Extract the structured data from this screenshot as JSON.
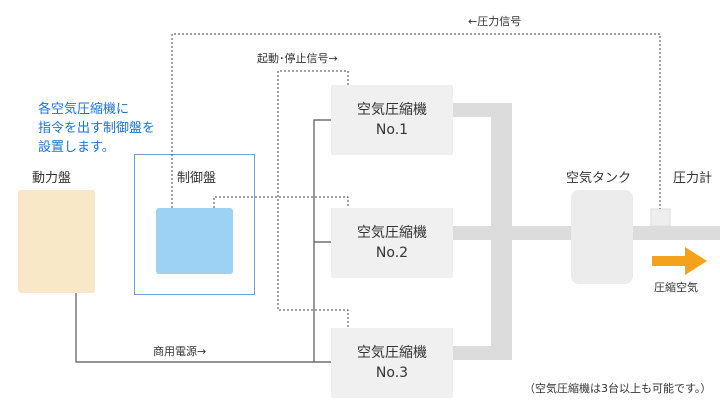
{
  "colors": {
    "blue_note": "#1a73d9",
    "power_panel": "#f8e8c8",
    "controller": "#9ed2f5",
    "control_box_border": "#6aa6da",
    "pipe": "#dcdcdc",
    "compressor": "#f0f0f0",
    "tank": "#ececec",
    "arrow": "#f4a21b",
    "line": "#555555"
  },
  "note": {
    "lines": [
      "各空気圧縮機に",
      "指令を出す制御盤を",
      "設置します。"
    ]
  },
  "power_panel": {
    "label": "動力盤"
  },
  "control_panel": {
    "label": "制御盤"
  },
  "compressors": [
    {
      "name": "空気圧縮機",
      "number": "No.1"
    },
    {
      "name": "空気圧縮機",
      "number": "No.2"
    },
    {
      "name": "空気圧縮機",
      "number": "No.3"
    }
  ],
  "tank": {
    "label": "空気タンク"
  },
  "pressure_gauge": {
    "label": "圧力計"
  },
  "signals": {
    "pressure": "←圧力信号",
    "start_stop": "起動･停止信号→",
    "power": "商用電源→"
  },
  "output": {
    "label": "圧縮空気"
  },
  "footnote": "（空気圧縮機は3台以上も可能です。）"
}
